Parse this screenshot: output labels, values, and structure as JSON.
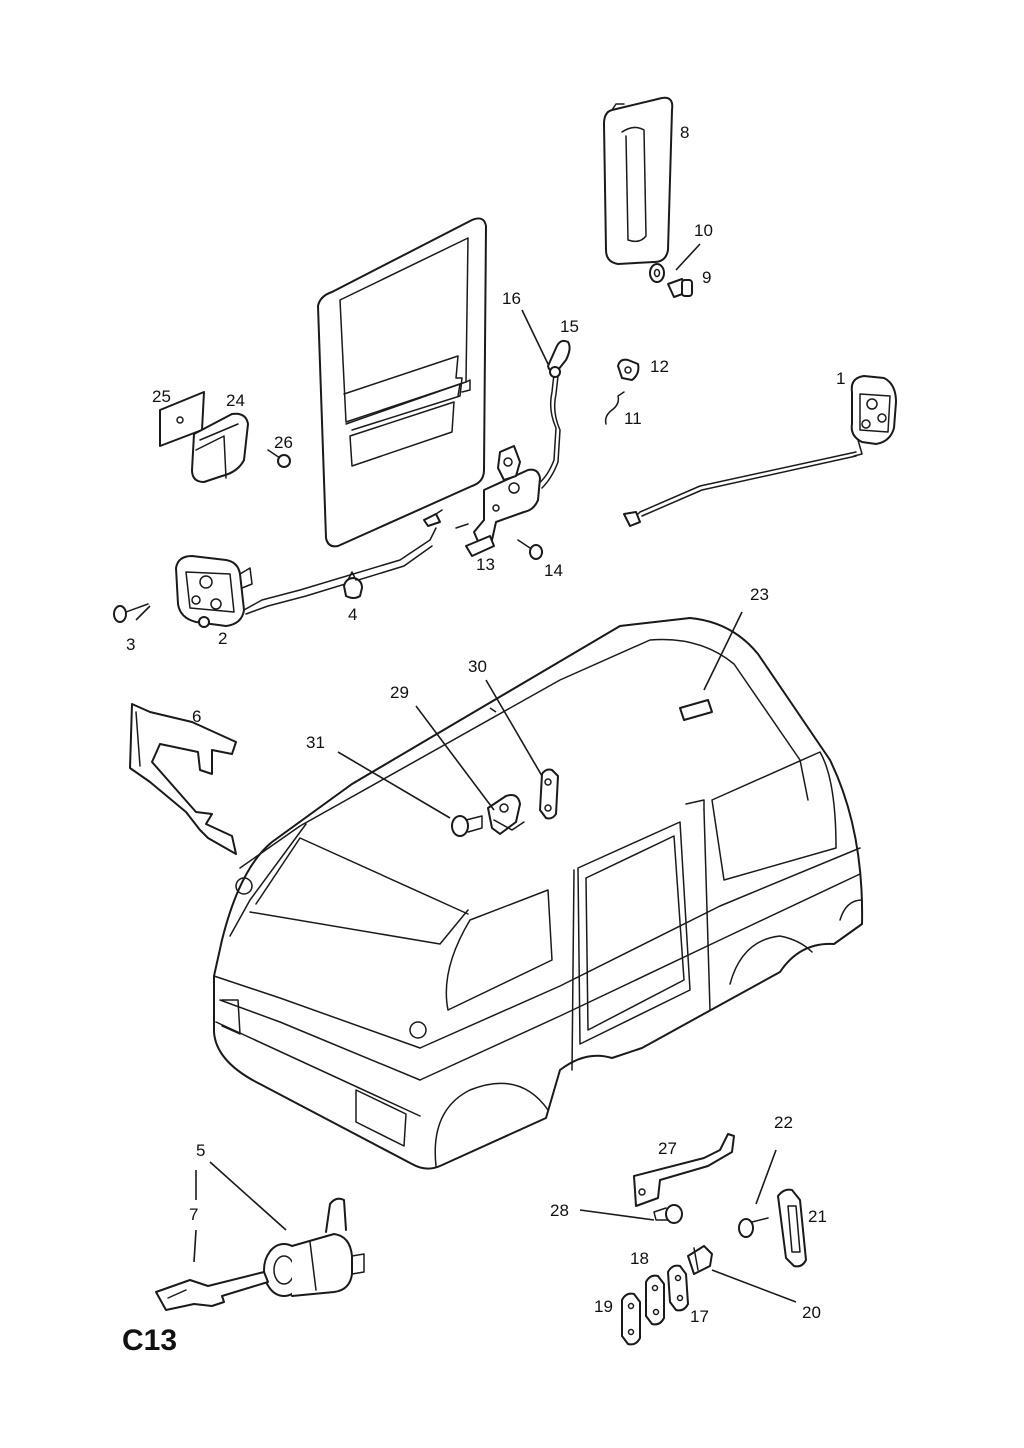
{
  "diagram": {
    "page_code": "C13",
    "callouts": {
      "c1": "1",
      "c2": "2",
      "c3": "3",
      "c4": "4",
      "c5": "5",
      "c6": "6",
      "c7": "7",
      "c8": "8",
      "c9": "9",
      "c10": "10",
      "c11": "11",
      "c12": "12",
      "c13": "13",
      "c14": "14",
      "c15": "15",
      "c16": "16",
      "c17": "17",
      "c18": "18",
      "c19": "19",
      "c20": "20",
      "c21": "21",
      "c22": "22",
      "c23": "23",
      "c24": "24",
      "c25": "25",
      "c26": "26",
      "c27": "27",
      "c28": "28",
      "c29": "29",
      "c30": "30",
      "c31": "31"
    }
  }
}
